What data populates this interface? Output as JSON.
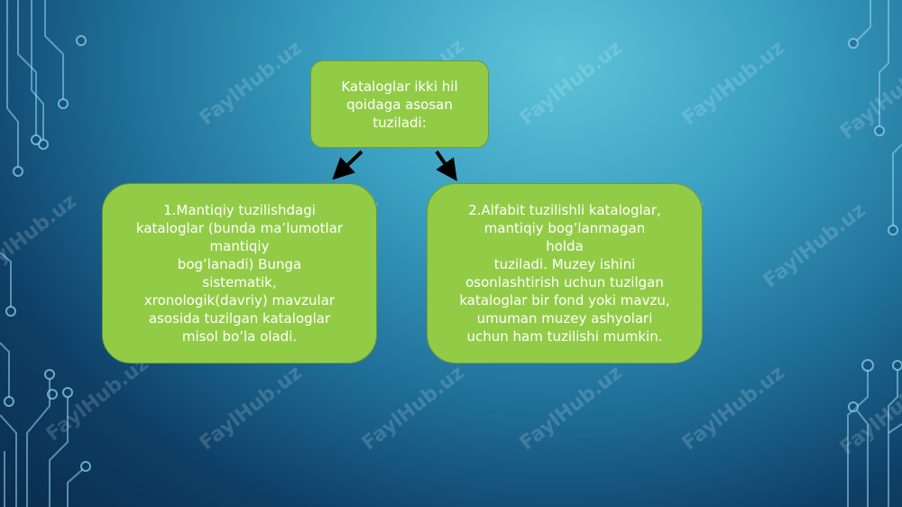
{
  "diagram": {
    "top_node": {
      "text": "Kataloglar ikki hil\nqoidaga asosan\ntuziladi:"
    },
    "left_node": {
      "text": "1.Mantiqiy tuzilishdagi\nkataloglar (bunda ma’lumotlar\nmantiqiy\nbog’lanadi)    Bunga\nsistematik,\nxronologik(davriy)    mavzular\nasosida tuzilgan kataloglar\nmisol bo’la oladi."
    },
    "right_node": {
      "text": "2.Alfabit   tuzilishli   kataloglar,\nmantiqiy   bog’lanmagan\nholda\ntuziladi. Muzey ishini\nosonlashtirish uchun tuzilgan\nkataloglar bir fond yoki mavzu,\numuman muzey ashyolari\nuchun ham tuzilishi mumkin."
    }
  },
  "watermark_text": "FaylHub.uz",
  "colors": {
    "node_fill": "#92cc47",
    "node_border": "#6f9a36",
    "arrow": "#000000",
    "background_light": "#5fc3d8",
    "background_dark": "#0a2c4d"
  }
}
